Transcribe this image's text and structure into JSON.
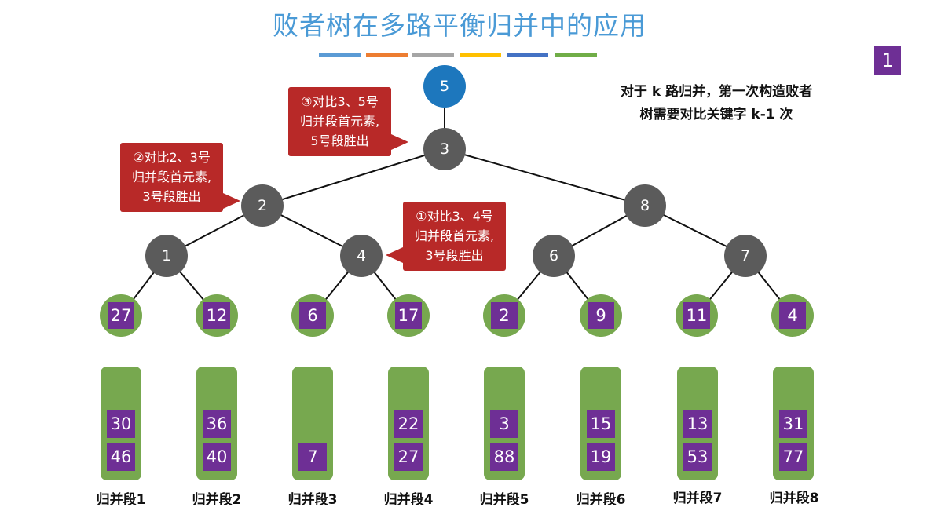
{
  "title": "败者树在多路平衡归并中的应用",
  "page_number": "1",
  "accent_colors": [
    "#5b9bd5",
    "#ed7d31",
    "#a5a5a5",
    "#ffc000",
    "#4472c4",
    "#70ad47"
  ],
  "note": {
    "line1": "对于 k 路归并，第一次构造败者",
    "line2": "树需要对比关键字 k-1 次"
  },
  "tree": {
    "root": "5",
    "level1": "3",
    "level2": [
      "2",
      "8"
    ],
    "level3": [
      "1",
      "4",
      "6",
      "7"
    ],
    "leaves": [
      "27",
      "12",
      "6",
      "17",
      "2",
      "9",
      "11",
      "4"
    ]
  },
  "segments": [
    {
      "label": "归并段1",
      "values": [
        "30",
        "46"
      ]
    },
    {
      "label": "归并段2",
      "values": [
        "36",
        "40"
      ]
    },
    {
      "label": "归并段3",
      "values": [
        "7"
      ]
    },
    {
      "label": "归并段4",
      "values": [
        "22",
        "27"
      ]
    },
    {
      "label": "归并段5",
      "values": [
        "3",
        "88"
      ]
    },
    {
      "label": "归并段6",
      "values": [
        "15",
        "19"
      ]
    },
    {
      "label": "归并段7",
      "values": [
        "13",
        "53"
      ]
    },
    {
      "label": "归并段8",
      "values": [
        "31",
        "77"
      ]
    }
  ],
  "callouts": {
    "c1": {
      "line1": "①对比3、4号",
      "line2": "归并段首元素,",
      "line3": "3号段胜出"
    },
    "c2": {
      "line1": "②对比2、3号",
      "line2": "归并段首元素,",
      "line3": "3号段胜出"
    },
    "c3": {
      "line1": "③对比3、5号",
      "line2": "归并段首元素,",
      "line3": "5号段胜出"
    }
  }
}
